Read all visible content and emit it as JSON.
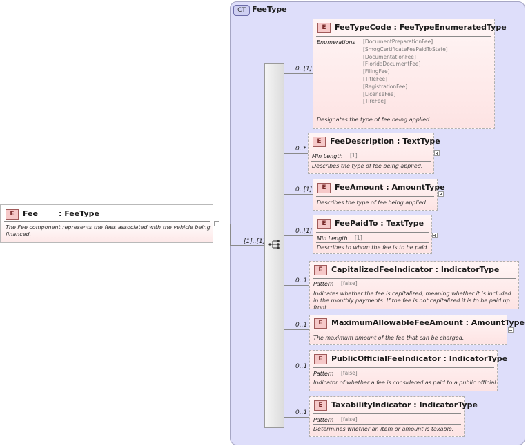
{
  "complex_type": {
    "badge": "CT",
    "name": "FeeType"
  },
  "root": {
    "badge": "E",
    "name": "Fee",
    "type": ": FeeType",
    "description": "The Fee component represents the fees associated with the vehicle being financed.",
    "cardinality": "[1]..[1]"
  },
  "elements": [
    {
      "badge": "E",
      "title": "FeeTypeCode : FeeTypeEnumeratedType",
      "cardinality": "0..[1]",
      "facet_label": "Enumerations",
      "facet_values": [
        "[DocumentPreparationFee]",
        "[SmogCertificateFeePaidToState]",
        "[DocumentationFee]",
        "[FloridaDocumentFee]",
        "[FilingFee]",
        "[TitleFee]",
        "[RegistrationFee]",
        "[LicenseFee]",
        "[TireFee]",
        "..."
      ],
      "description": "Designates the type of fee being applied."
    },
    {
      "badge": "E",
      "title": "FeeDescription : TextType",
      "cardinality": "0..*",
      "facet_label": "Min Length",
      "facet_value": "[1]",
      "description": "Describes the type of fee being applied."
    },
    {
      "badge": "E",
      "title": "FeeAmount : AmountType",
      "cardinality": "0..[1]",
      "description": "Describes the type of fee being applied."
    },
    {
      "badge": "E",
      "title": "FeePaidTo : TextType",
      "cardinality": "0..[1]",
      "facet_label": "Min Length",
      "facet_value": "[1]",
      "description": "Describes to whom the fee is to be paid."
    },
    {
      "badge": "E",
      "title": "CapitalizedFeeIndicator : IndicatorType",
      "cardinality": "0..1",
      "facet_label": "Pattern",
      "facet_value": "[false]",
      "description": "Indicates whether the fee is capitalized, meaning whether it is included in the monthly payments. If the fee is not capitalized it is to be paid up front."
    },
    {
      "badge": "E",
      "title": "MaximumAllowableFeeAmount : AmountType",
      "cardinality": "0..1",
      "description": "The maximum amount of the fee that can be charged."
    },
    {
      "badge": "E",
      "title": "PublicOfficialFeeIndicator : IndicatorType",
      "cardinality": "0..1",
      "facet_label": "Pattern",
      "facet_value": "[false]",
      "description": "Indicator of whether a fee is considered as paid to a public official"
    },
    {
      "badge": "E",
      "title": "TaxabilityIndicator : IndicatorType",
      "cardinality": "0..1",
      "facet_label": "Pattern",
      "facet_value": "[false]",
      "description": "Determines whether an item or amount is taxable."
    }
  ]
}
